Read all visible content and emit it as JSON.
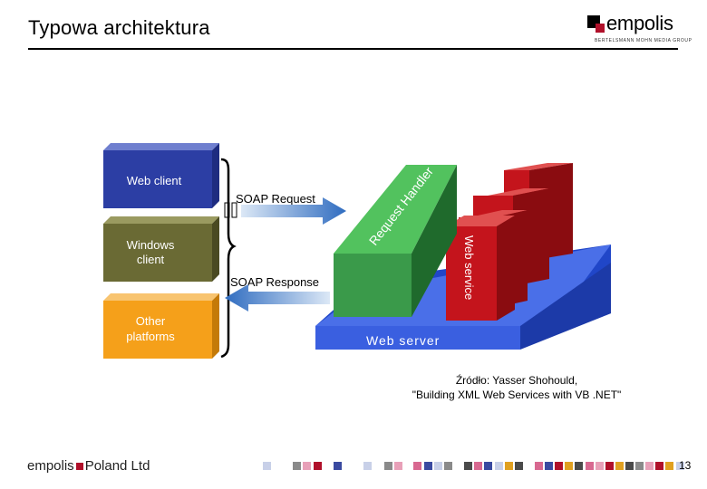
{
  "header": {
    "title": "Typowa architektura",
    "logo_word": "empolis",
    "logo_tagline": "BERTELSMANN MOHN MEDIA GROUP"
  },
  "diagram": {
    "clients": [
      {
        "label_line1": "Web client",
        "label_line2": "",
        "color": "#2c3ea4"
      },
      {
        "label_line1": "Windows",
        "label_line2": "client",
        "color": "#6a6a34"
      },
      {
        "label_line1": "Other",
        "label_line2": "platforms",
        "color": "#f5a01a"
      }
    ],
    "soap_request": "SOAP Request",
    "soap_response": "SOAP Response",
    "request_handler": "Request Handler",
    "web_service": "Web service",
    "web_server": "Web server",
    "colors": {
      "handler_green": "#3a9a4a",
      "service_red": "#c4141c",
      "server_blue": "#3a5fe0",
      "arrow_blue": "#3a78c8"
    }
  },
  "caption": {
    "line1": "Źródło: Yasser Shohould,",
    "line2": "\"Building XML Web Services with VB .NET\""
  },
  "footer": {
    "brand_left": "empolis",
    "brand_right": "Poland Ltd",
    "page_number": "13"
  }
}
